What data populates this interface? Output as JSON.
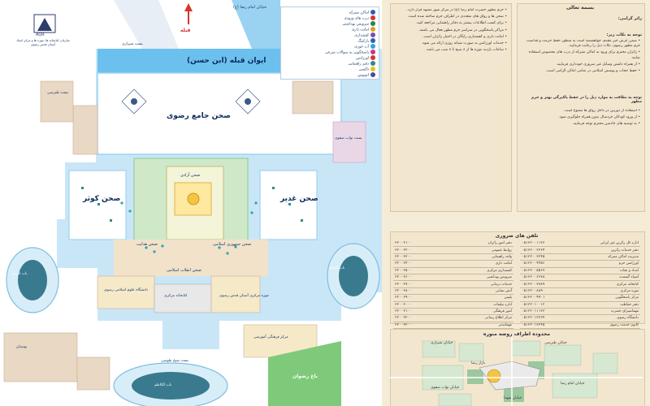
{
  "map": {
    "logo": {
      "text": "AQR",
      "caption": "سازمان کتابخانه ها، موزه ها و مرکز اسناد آستان قدس رضوی"
    },
    "north_label": "قبله",
    "top_blue_label": "خیابان امام رضا (ع)",
    "labels": {
      "ivan_qibla": "ایوان قبله (ابن حسن)",
      "jame_razavi": "صحن جامع رضوی",
      "kowsar": "صحن کوثر",
      "ghadir": "صحن غدیر",
      "azadi": "صحن آزادی",
      "enghelab": "صحن انقلاب اسلامی",
      "jomhouri": "صحن جمهوری اسلامی",
      "hadith": "صحن هدایت",
      "museum": "موزه مرکزی آستان قدس رضوی",
      "library": "کتابخانه مرکزی",
      "university": "دانشگاه علوم اسلامی رضوی",
      "bab_jawad": "باب الجواد",
      "bab_reza": "باب الرضا",
      "bab_kazem": "باب الکاظم",
      "bast_shirazi": "بست شیرازی",
      "bast_tabarsi": "بست طبرسی",
      "bast_nawab": "بست نواب صفوی",
      "sheikh_tousi": "بست شیخ طوسی",
      "garden_left": "بوستان",
      "rezvan": "باغ رضوان",
      "cultural": "مرکز فرهنگی آموزشی"
    },
    "legend": [
      {
        "label": "اماکن متبرکه",
        "color": "#2a5fb8"
      },
      {
        "label": "درب های ورودی",
        "color": "#d9342b"
      },
      {
        "label": "سرویس بهداشتی",
        "color": "#1f8a4c"
      },
      {
        "label": "امانت داری",
        "color": "#e39a24"
      },
      {
        "label": "کفشداری",
        "color": "#7a4fb0"
      },
      {
        "label": "پارکینگ",
        "color": "#2a5fb8"
      },
      {
        "label": "آب خوری",
        "color": "#3aa0d8"
      },
      {
        "label": "پاسخگویی به سوالات شرعی",
        "color": "#c2378f"
      },
      {
        "label": "اورژانس",
        "color": "#d9342b"
      },
      {
        "label": "دفتر راهنمایی",
        "color": "#2a8c8c"
      },
      {
        "label": "تاکسی",
        "color": "#e3c224"
      },
      {
        "label": "اتوبوس",
        "color": "#4a4a9a"
      }
    ]
  },
  "text_panel": {
    "top_heading": "بسمه تعالی",
    "section_ziarat": "زائر گرامی:",
    "section_rules": "توجه به نکات زیر:",
    "section_guidance": "توجه به نظافت به موارد ذیل را در حفظ پاکیزگی بهتر و حرم مطهر",
    "paragraphs_right": [
      "ضمن عرض خیر مقدم، خواهشمند است به منظور حفظ حرمت و قداست حرم مطهر رضوی، نکات ذیل را رعایت فرمایید.",
      "زائران محترم برای ورود به اماکن متبرکه از درب های مخصوص استفاده نمایند.",
      "از همراه داشتن وسایل غیر ضروری خودداری فرمایید.",
      "حفظ حجاب و پوشش اسلامی در تمامی اماکن الزامی است.",
      "استفاده از دوربین در داخل رواق ها ممنوع است.",
      "از ورود کودکان خردسال بدون همراه جلوگیری شود.",
      "به توصیه های خادمین محترم توجه فرمایید."
    ],
    "paragraphs_left": [
      "حرم مطهر حضرت امام رضا (ع) در مرکز شهر مشهد قرار دارد.",
      "صحن ها و رواق های متعددی در اطراف حرم ساخته شده است.",
      "برای کسب اطلاعات بیشتر به دفاتر راهنمایی مراجعه کنید.",
      "مراکز پاسخگویی در سراسر حرم مطهر فعال می باشند.",
      "امانت داری و کفشداری رایگان در اختیار زائران است.",
      "خدمات اورژانس به صورت شبانه روزی ارائه می شود.",
      "ساعات بازدید موزه ها از ۸ صبح تا ۸ شب می باشد."
    ],
    "phones_heading": "تلفن های ضروری",
    "phones_right": [
      [
        "اداره کل زائرین غیر ایرانی",
        "۰۵۱۳۲۰۰۱۱۲۳"
      ],
      [
        "دفتر خدمات زائرین",
        "۰۵۱۳۲۰۰۲۲۳۴"
      ],
      [
        "مدیریت اماکن متبرکه",
        "۰۵۱۳۲۰۰۳۳۴۵"
      ],
      [
        "اورژانس حرم",
        "۰۵۱۳۲۰۰۴۴۵۶"
      ],
      [
        "امداد و نجات",
        "۰۵۱۳۲۰۰۵۵۶۷"
      ],
      [
        "اشیاء گمشده",
        "۰۵۱۳۲۰۰۶۶۷۸"
      ],
      [
        "کتابخانه مرکزی",
        "۰۵۱۳۲۰۰۷۷۸۹"
      ],
      [
        "موزه مرکزی",
        "۰۵۱۳۲۰۰۸۸۹۰"
      ],
      [
        "مرکز پاسخگویی",
        "۰۵۱۳۲۰۰۹۹۰۱"
      ],
      [
        "دفتر حفاظت",
        "۰۵۱۳۲۰۱۰۰۱۲"
      ],
      [
        "مهمانسرای حضرت",
        "۰۵۱۳۲۰۱۱۱۲۳"
      ],
      [
        "دانشگاه رضوی",
        "۰۵۱۳۲۰۱۲۲۳۴"
      ],
      [
        "کانون خدمت رضوی",
        "۰۵۱۳۲۰۱۳۳۴۵"
      ],
      [
        "مرکز فرهنگی",
        "۰۵۱۳۲۰۱۴۴۵۶"
      ],
      [
        "تاکسی تلفنی",
        "۰۵۱۳۲۰۱۵۵۶۷"
      ],
      [
        "پارکینگ",
        "۰۵۱۳۲۰۱۶۶۷۸"
      ]
    ],
    "phones_left": [
      [
        "دفتر امور زائران",
        "۳۲۰۰۲۱۰۰"
      ],
      [
        "روابط عمومی",
        "۳۲۰۰۲۲۰۰"
      ],
      [
        "واحد راهنمایی",
        "۳۲۰۰۲۳۰۰"
      ],
      [
        "امانت داری",
        "۳۲۰۰۲۴۰۰"
      ],
      [
        "کفشداری مرکزی",
        "۳۲۰۰۲۵۰۰"
      ],
      [
        "سرویس بهداشتی",
        "۳۲۰۰۲۶۰۰"
      ],
      [
        "خدمات درمانی",
        "۳۲۰۰۲۷۰۰"
      ],
      [
        "آتش نشانی",
        "۳۲۰۰۲۸۰۰"
      ],
      [
        "پلیس",
        "۳۲۰۰۲۹۰۰"
      ],
      [
        "اداره تبلیغات",
        "۳۲۰۰۳۰۰۰"
      ],
      [
        "امور فرهنگی",
        "۳۲۰۰۳۱۰۰"
      ],
      [
        "مرکز اطلاع رسانی",
        "۳۲۰۰۳۲۰۰"
      ],
      [
        "مهمانپذیر",
        "۳۲۰۰۳۳۰۰"
      ],
      [
        "حفاظت فیزیکی",
        "۳۲۰۰۳۴۰۰"
      ],
      [
        "اداره پذیرش",
        "۳۲۰۰۳۵۰۰"
      ],
      [
        "پشتیبانی",
        "۳۲۰۰۳۶۰۰"
      ]
    ],
    "area_map_heading": "محدوده اطراف روضه منوره",
    "area_labels": [
      "خیابان شیرازی",
      "خیابان طبرسی",
      "خیابان نواب صفوی",
      "خیابان امام رضا",
      "خیابان شهدا",
      "بازار رضا"
    ]
  }
}
